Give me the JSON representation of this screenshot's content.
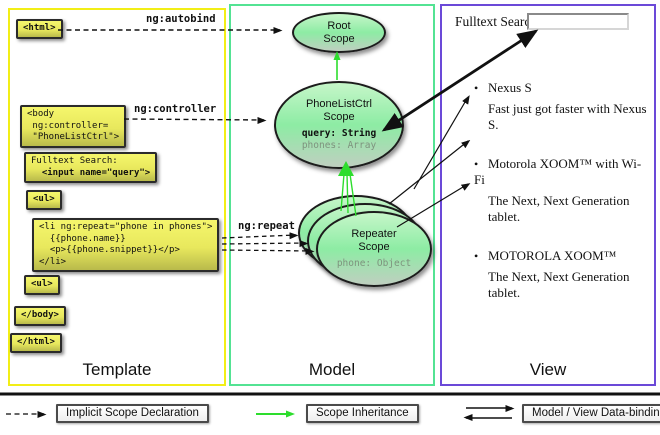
{
  "colors": {
    "template_border": "#f2ee16",
    "model_border": "#53e393",
    "view_border": "#6b49d8",
    "scope_fill_top": "#c6f6c9",
    "scope_fill_bottom": "#bfcfc0",
    "inheritance_arrow_green": "#2ddd2d",
    "codebox_yellow": "#e8e85d",
    "arrow_black": "#111111"
  },
  "template": {
    "title": "Template",
    "html_open": "<html>",
    "body_open_l1": "<body",
    "body_open_l2": " ng:controller=",
    "body_open_l3": " \"PhoneListCtrl\">",
    "fulltext_l1": "Fulltext Search:",
    "fulltext_l2": "  <input name=\"query\">",
    "ul_open": "<ul>",
    "li_l1": "<li ng:repeat=\"phone in phones\">",
    "li_l2": "  {{phone.name}}",
    "li_l3": "  <p>{{phone.snippet}}</p>",
    "li_l4": "</li>",
    "ul_close": "<ul>",
    "body_close": "</body>",
    "html_close": "</html>"
  },
  "connector_labels": {
    "autobind": "ng:autobind",
    "controller": "ng:controller",
    "repeat": "ng:repeat"
  },
  "model": {
    "title": "Model",
    "root_scope": {
      "line1": "Root",
      "line2": "Scope"
    },
    "phonelist_scope": {
      "line1": "PhoneListCtrl",
      "line2": "Scope",
      "prop_query": "query: String",
      "prop_phones": "phones: Array"
    },
    "repeater_scope": {
      "line1": "Repeater",
      "line2": "Scope",
      "prop_phone": "phone: Object"
    }
  },
  "view": {
    "title": "View",
    "fulltext_label": "Fulltext Search:",
    "search_value": "",
    "bullet": "•",
    "items": [
      {
        "name": "Nexus S",
        "desc": "Fast just got faster with Nexus S."
      },
      {
        "name": "Motorola XOOM™  with Wi-Fi",
        "desc": "The Next, Next Generation tablet."
      },
      {
        "name": "MOTOROLA XOOM™",
        "desc": "The Next, Next Generation tablet."
      }
    ]
  },
  "legend": {
    "implicit": "Implicit Scope Declaration",
    "inheritance": "Scope Inheritance",
    "binding": "Model / View Data-binding"
  }
}
